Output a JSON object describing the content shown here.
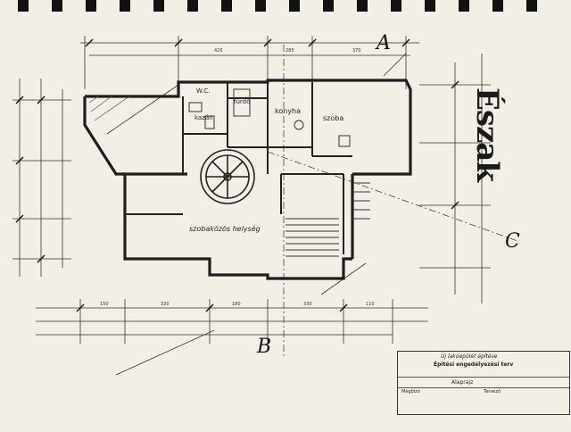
{
  "plan": {
    "north_label": "Észak",
    "section_a": "A",
    "section_b": "B",
    "section_c": "C"
  },
  "rooms": {
    "wc": "W.C.",
    "kazan": "kazán",
    "furdo": "fürdő",
    "konyha": "konyha",
    "nappali": "szobaközös helység",
    "szoba": "szoba"
  },
  "title_block": {
    "line1": "Új lakóépület építése",
    "line2": "Építési engedélyezési terv",
    "line3": "Alaprajz",
    "label_tervezo": "Tervező",
    "label_megbizo": "Megbízó"
  },
  "colors": {
    "paper": "#f2efe6",
    "ink": "#2a2a2a",
    "wall": "#1e1e1e"
  }
}
